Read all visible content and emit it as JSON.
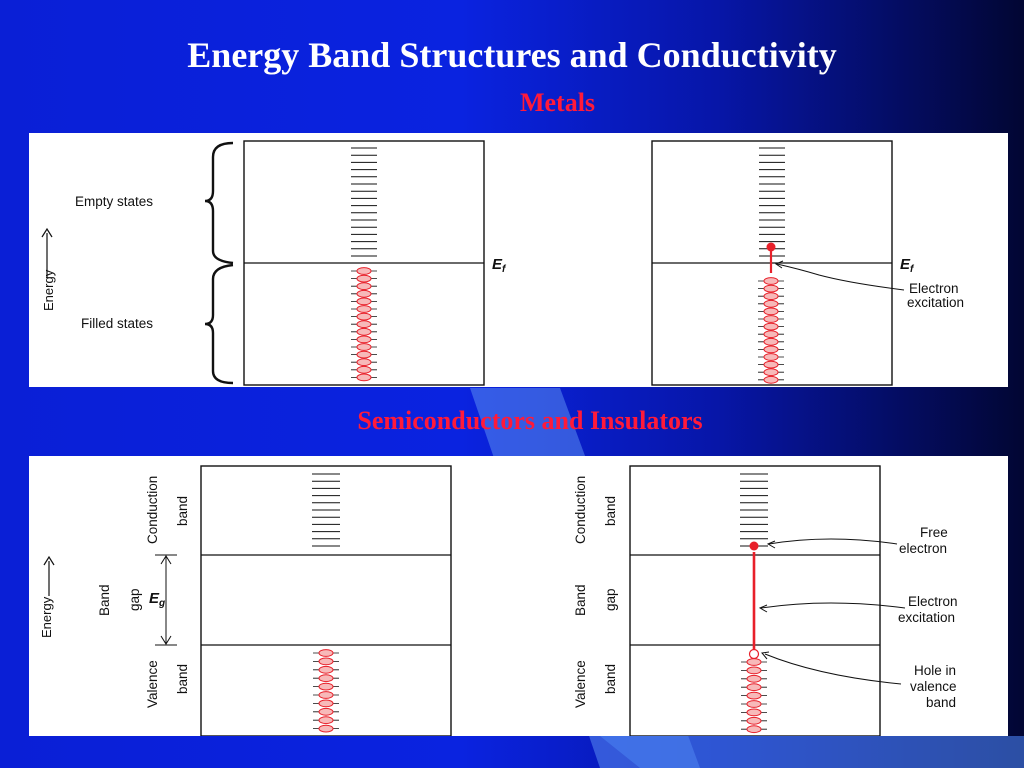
{
  "slide": {
    "title": "Energy Band Structures and Conductivity"
  },
  "metals": {
    "section_title": "Metals",
    "empty_states_label": "Empty states",
    "filled_states_label": "Filled states",
    "energy_label": "Energy",
    "fermi_label_main": "E",
    "fermi_label_sub": "f",
    "excitation_label_line1": "Electron",
    "excitation_label_line2": "excitation"
  },
  "semiconductors": {
    "section_title": "Semiconductors and Insulators",
    "energy_label": "Energy",
    "conduction_line1": "Conduction",
    "conduction_line2": "band",
    "gap_line1": "Band",
    "gap_line2": "gap",
    "valence_line1": "Valence",
    "valence_line2": "band",
    "gap_symbol_main": "E",
    "gap_symbol_sub": "g",
    "free_electron_line1": "Free",
    "free_electron_line2": "electron",
    "excitation_line1": "Electron",
    "excitation_line2": "excitation",
    "hole_line1": "Hole in",
    "hole_line2": "valence",
    "hole_line3": "band"
  },
  "colors": {
    "electron_fill": "#f7b9b9",
    "electron_stroke": "#e8202a",
    "excitation": "#e8202a"
  }
}
